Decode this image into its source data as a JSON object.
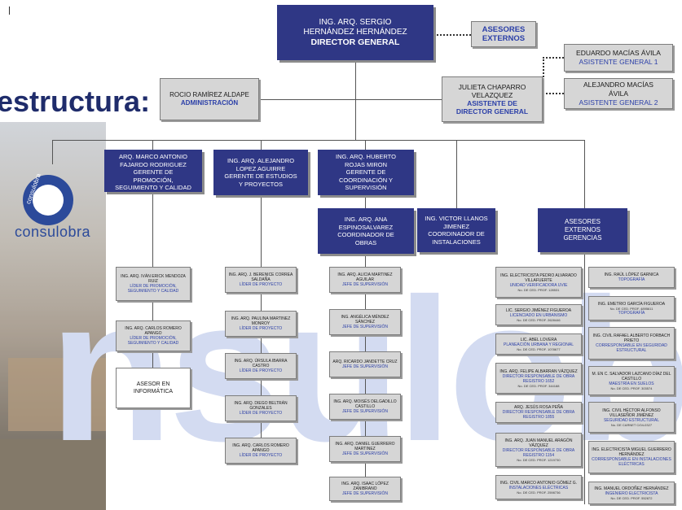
{
  "title": "estructura:",
  "logo": {
    "text": "consulobra",
    "small_text": "consulobra"
  },
  "watermark": "nsulob",
  "director": {
    "name_line1": "ING. ARQ. SERGIO",
    "name_line2": "HERNÁNDEZ HERNÁNDEZ",
    "role": "DIRECTOR GENERAL"
  },
  "asesores_externos_top": {
    "line1": "ASESORES",
    "line2": "EXTERNOS"
  },
  "asistente1": {
    "name": "EDUARDO MACÍAS ÁVILA",
    "role": "ASISTENTE GENERAL 1"
  },
  "asistente2": {
    "name_line1": "ALEJANDRO MACÍAS",
    "name_line2": "ÁVILA",
    "role": "ASISTENTE GENERAL 2"
  },
  "rocio": {
    "name": "ROCIO RAMÍREZ ALDAPE",
    "role": "ADMINISTRACIÓN"
  },
  "julieta": {
    "name_line1": "JULIETA CHAPARRO",
    "name_line2": "VELAZQUEZ",
    "role_line1": "ASISTENTE DE",
    "role_line2": "DIRECTOR GENERAL"
  },
  "level2": {
    "marco": {
      "l1": "ARQ. MARCO ANTONIO",
      "l2": "FAJARDO RODRIGUEZ",
      "l3": "GERENTE DE",
      "l4": "PROMOCIÓN,",
      "l5": "SEGUIMIENTO Y CALIDAD"
    },
    "alejandro": {
      "l1": "ING. ARQ. ALEJANDRO",
      "l2": "LOPEZ AGUIRRE",
      "l3": "GERENTE DE ESTUDIOS",
      "l4": "Y PROYECTOS"
    },
    "huberto": {
      "l1": "ING. ARQ. HUBERTO",
      "l2": "ROJAS MIRON",
      "l3": "GERENTE DE",
      "l4": "COORDINACIÓN Y",
      "l5": "SUPERVISIÓN"
    },
    "ana": {
      "l1": "ING. ARQ. ANA",
      "l2": "ESPINOSALVAREZ",
      "l3": "COORDINADOR DE",
      "l4": "OBRAS"
    },
    "victor": {
      "l1": "ING. VICTOR LLANOS",
      "l2": "JIMENEZ",
      "l3": "COORDINADOR DE",
      "l4": "INSTALACIONES"
    },
    "asesores": {
      "l1": "ASESORES",
      "l2": "EXTERNOS",
      "l3": "GERENCIAS"
    }
  },
  "col_marco": [
    {
      "name": "ING. ARQ. IVÁN ERICK MENDOZA RUIZ",
      "role": "LÍDER DE PROMOCIÓN, SEGUIMIENTO Y CALIDAD"
    },
    {
      "name": "ING. ARQ. CARLOS ROMERO APANGO",
      "role": "LÍDER DE PROMOCIÓN, SEGUIMIENTO Y CALIDAD"
    },
    {
      "name": "ASESOR EN INFORMÁTICA",
      "role": ""
    }
  ],
  "col_alejandro": [
    {
      "name": "ING. ARQ. J. BERENICE CORREA SALDAÑA",
      "role": "LÍDER DE PROYECTO"
    },
    {
      "name": "ING. ARQ. PAULINA MARTINEZ MONROY",
      "role": "LÍDER DE PROYECTO"
    },
    {
      "name": "ING. ARQ. ÚRSULA IBARRA CASTRO",
      "role": "LÍDER DE PROYECTO"
    },
    {
      "name": "ING. ARQ. DIEGO BELTRÁN GONZALES",
      "role": "LÍDER DE PROYECTO"
    },
    {
      "name": "ING. ARQ. CARLOS ROMERO APANGO",
      "role": "LÍDER DE PROYECTO"
    }
  ],
  "col_ana": [
    {
      "name": "ING. ARQ. ALICIA MARTINEZ AGUILAR",
      "role": "JEFE DE SUPERVISIÓN"
    },
    {
      "name": "ING. ANGÉLICA MÉNDEZ SÁNCHEZ",
      "role": "JEFE DE SUPERVISIÓN"
    },
    {
      "name": "ARQ. RICARDO JANDETTE CRUZ",
      "role": "JEFE DE SUPERVISIÓN"
    },
    {
      "name": "ING. ARQ. MOISÉS DELGADILLO CASTILLO",
      "role": "JEFE DE SUPERVISIÓN"
    },
    {
      "name": "ING. ARQ. DANIEL GUERRERO MARTINEZ",
      "role": "JEFE DE SUPERVISIÓN"
    },
    {
      "name": "ING. ARQ. ISAAC LÓPEZ ZANIBRANO",
      "role": "JEFE DE SUPERVISIÓN"
    }
  ],
  "col_ext1": [
    {
      "name": "ING. ELECTRICISTA PEDRO ALVARADO VILLAFUERTE",
      "role": "UNIDAD VERIFICADORA UVIE",
      "det": "No. DE CED. PROF. 128531"
    },
    {
      "name": "LIC. SERGIO JIMÉNEZ FIGUEROA",
      "role": "LICENCIADO EN URBANISMO",
      "det": "No. DE CED. PROF. 2628446"
    },
    {
      "name": "LIC. ABEL LOVERA",
      "role": "PLANEACIÓN URBANA Y REGIONAL",
      "det": "No. DE CED. PROF. 1078677"
    },
    {
      "name": "ING. ARQ. FELIPE ALBARRAN VÁZQUEZ",
      "role": "DIRECTOR RESPONSABLE DE OBRA REGISTRO 1652",
      "det": "No. DE CED. PROF. 344188"
    },
    {
      "name": "ARQ. JESÚS ROSA PEÑA",
      "role": "DIRECTOR RESPONSABLE DE OBRA REGISTRO 1855",
      "det": ""
    },
    {
      "name": "ING. ARQ. JUAN MANUEL ARAGÓN VÁZQUEZ",
      "role": "DIRECTOR RESPONSABLE DE OBRA REGISTRO 1154",
      "det": "No. DE CED. PROF. 1219730"
    },
    {
      "name": "ING. CIVIL MARCO ANTONIO GÓMEZ G.",
      "role": "INSTALACIONES ELÉCTRICAS",
      "det": "No. DE CED. PROF. 2598736"
    }
  ],
  "col_ext2": [
    {
      "name": "ING. RAÚL LÓPEZ GARNICA",
      "role": "TOPOGRAFÍA",
      "det": ""
    },
    {
      "name": "ING. EMETRIO GARCÍA FIGUEROA",
      "role": "TOPOGRAFÍA",
      "det": "No. DE CED. PROF. 4895611"
    },
    {
      "name": "ING. CIVIL RAFAEL ALBERTO FORBACH PRIETO",
      "role": "CORRESPONSABLE EN SEGURIDAD ESTRUCTURAL",
      "det": ""
    },
    {
      "name": "M. EN C. SALVADOR LAZCANO DÍAZ DEL CASTILLO",
      "role": "MAESTRÍA EN SUELOS",
      "det": "No. DE CED. PROF. 303574"
    },
    {
      "name": "ING. CIVIL HÉCTOR ALFONSO VILLASEÑOR JIMÉNEZ",
      "role": "SEGURIDAD ESTRUCTURAL",
      "det": "No. DE CARNET C/04-0327"
    },
    {
      "name": "ING. ELECTRICISTA MIGUEL GUERRERO HERNÁNDEZ",
      "role": "CORRESPONSABLE EN INSTALACIONES ELÉCTRICAS",
      "det": ""
    },
    {
      "name": "ING. MANUEL ORDOÑEZ HERNÁNDEZ",
      "role": "INGENIERO ELECTRICISTA",
      "det": "No. DE CED. PROF. 552872"
    }
  ]
}
